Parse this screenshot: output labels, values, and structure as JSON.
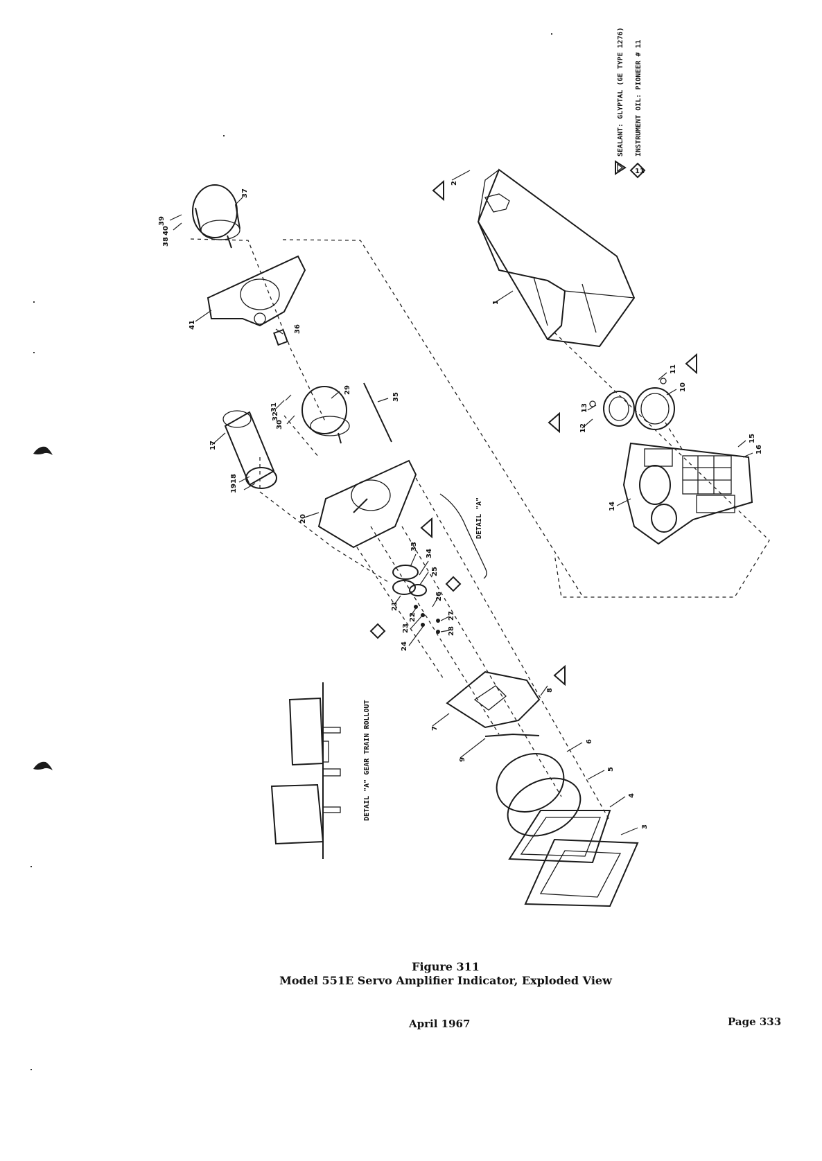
{
  "legend": {
    "sealant": "SEALANT: GLYPTAL (GE TYPE 1276)",
    "instrument_oil": "INSTRUMENT OIL: PIONEER # 11",
    "oil_symbol_number": "11"
  },
  "detail_a_label": "DETAIL \"A\"",
  "detail_a_rollout": "DETAIL \"A\" GEAR TRAIN ROLLOUT",
  "callouts": [
    "1",
    "2",
    "3",
    "4",
    "5",
    "6",
    "7",
    "8",
    "9",
    "10",
    "11",
    "12",
    "13",
    "14",
    "15",
    "16",
    "17",
    "18",
    "19",
    "20",
    "21",
    "22",
    "23",
    "24",
    "25",
    "26",
    "27",
    "28",
    "29",
    "30",
    "31",
    "32",
    "33",
    "34",
    "35",
    "36",
    "37",
    "38",
    "39",
    "40",
    "41"
  ],
  "caption": {
    "figure": "Figure 311",
    "title": "Model 551E Servo Amplifier Indicator, Exploded View"
  },
  "footer": {
    "date": "April 1967",
    "page": "Page 333"
  }
}
